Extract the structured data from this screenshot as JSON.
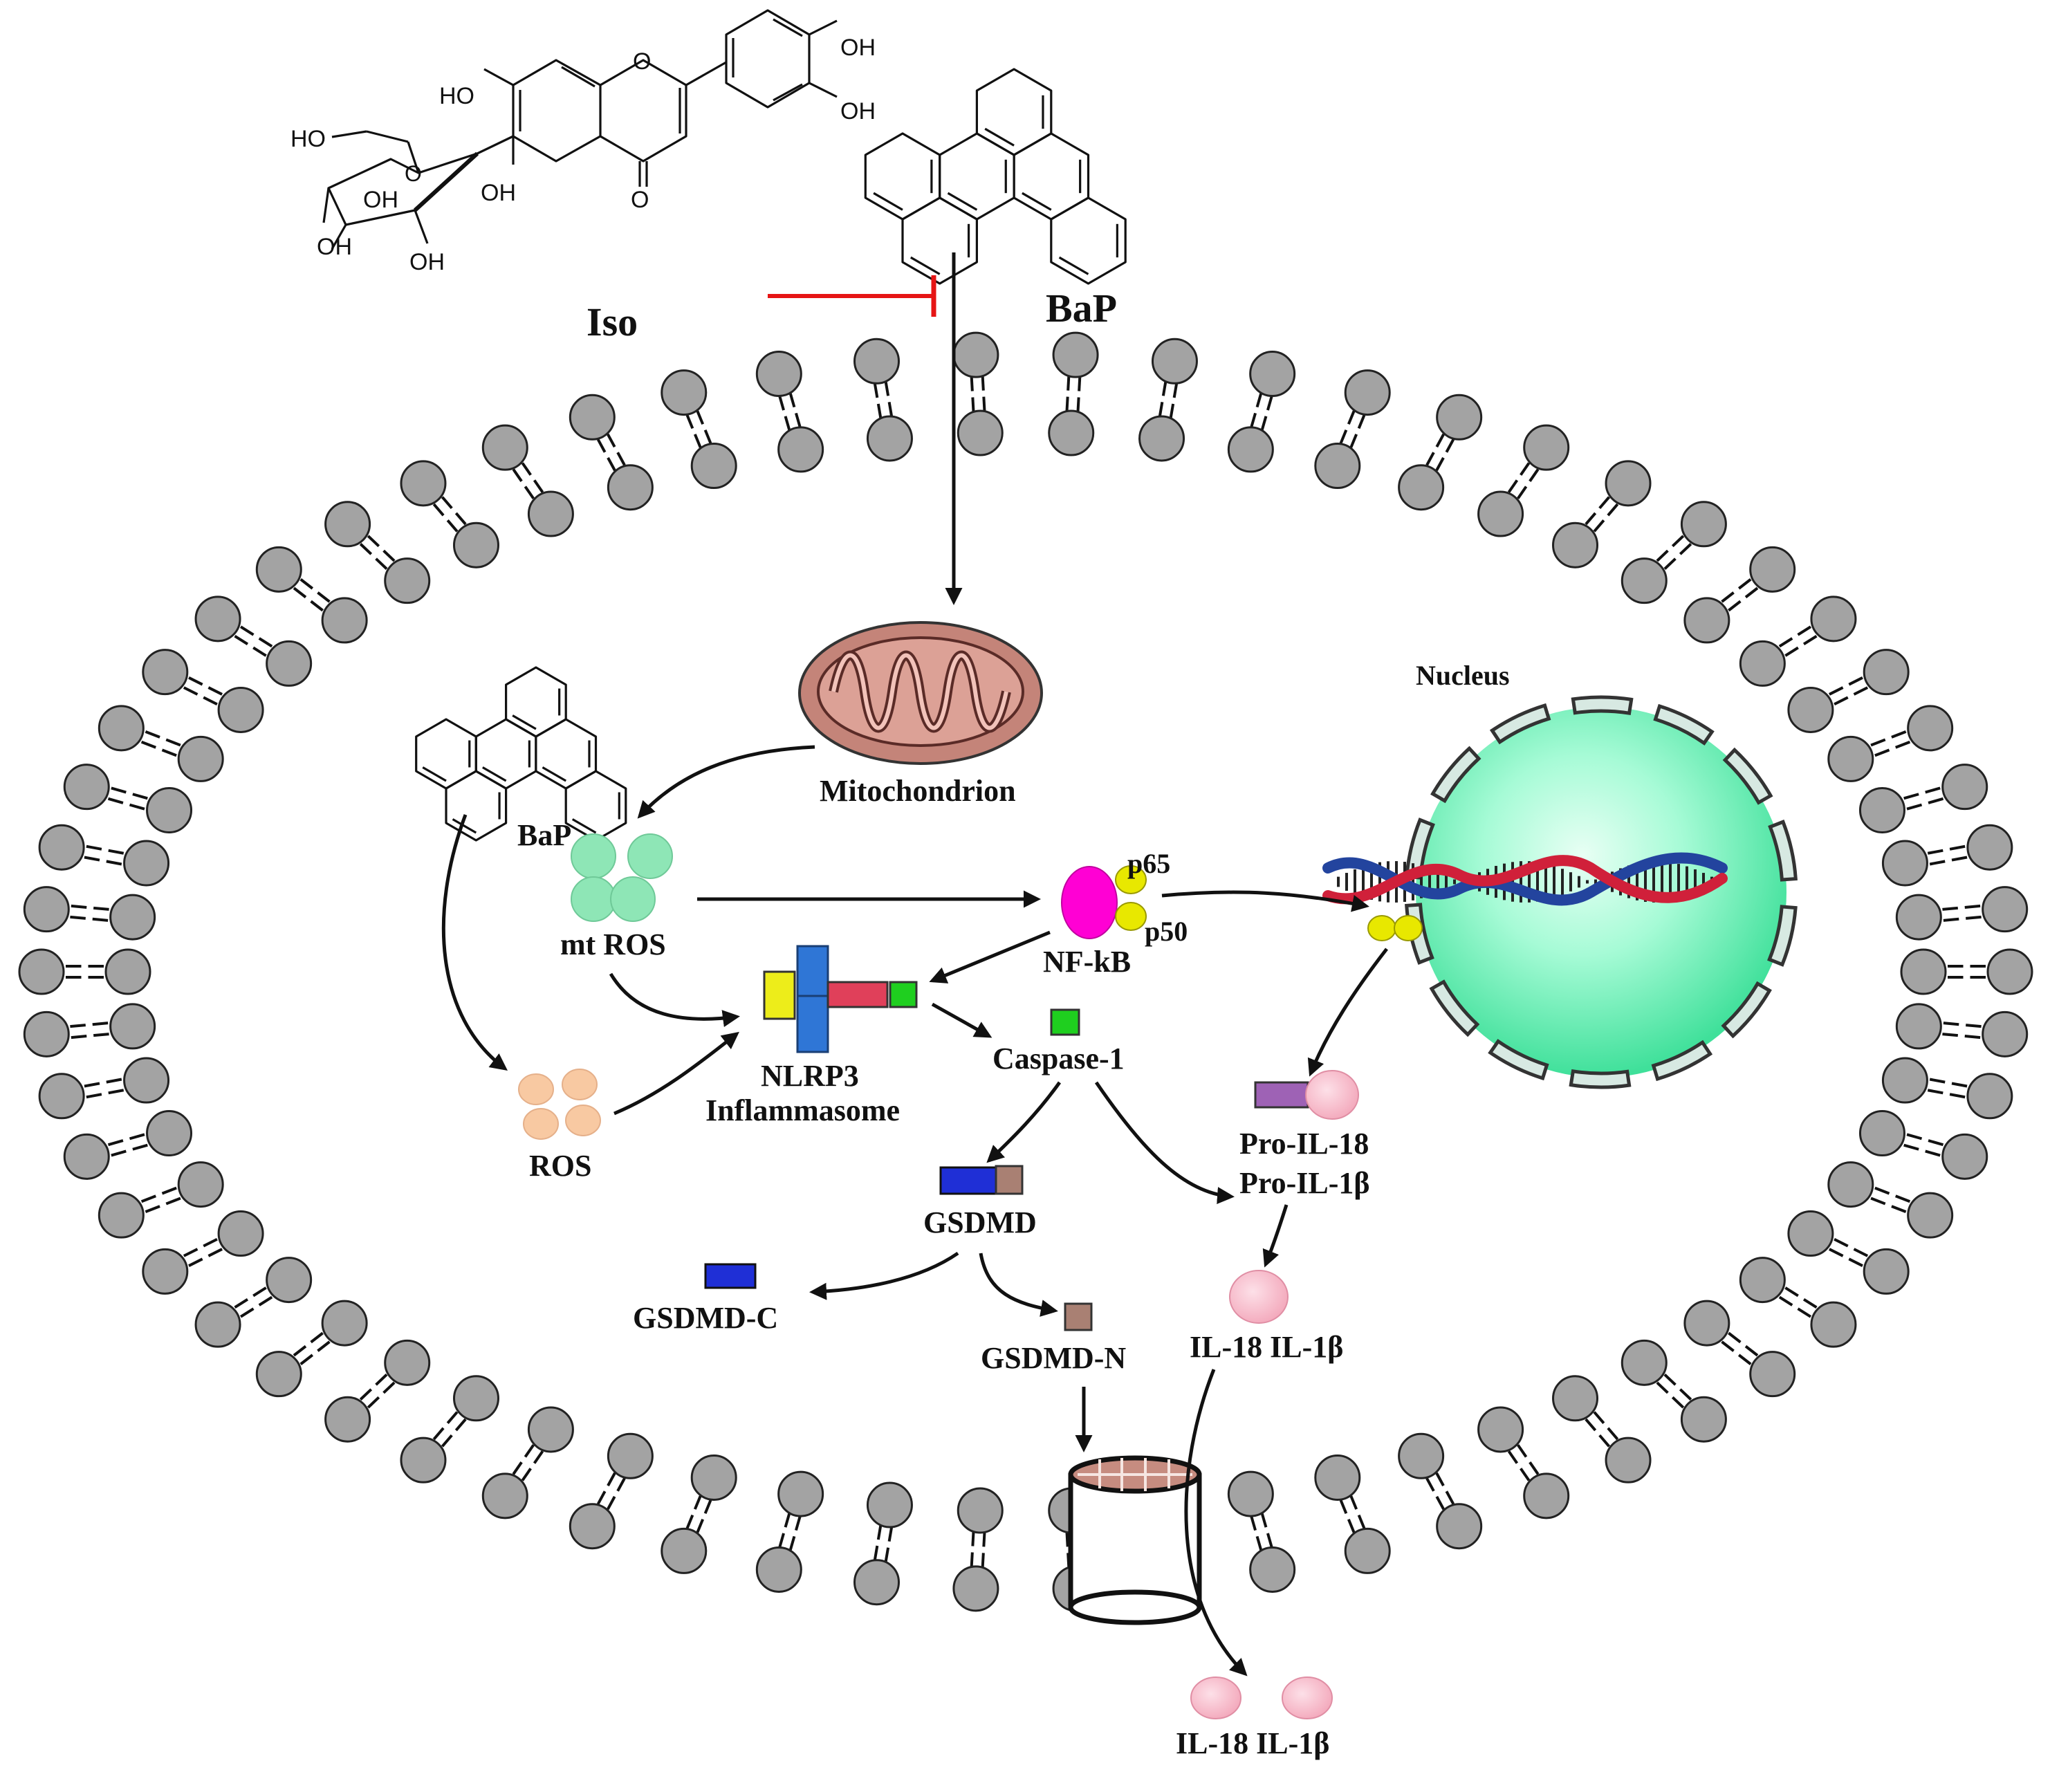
{
  "labels": {
    "iso": "Iso",
    "bap_top": "BaP",
    "mitochondrion": "Mitochondrion",
    "nucleus": "Nucleus",
    "bap_inner": "BaP",
    "mt_ros": "mt ROS",
    "ros": "ROS",
    "p65": "p65",
    "p50": "p50",
    "nfkb": "NF-kB",
    "nlrp3": "NLRP3",
    "inflammasome": "Inflammasome",
    "caspase": "Caspase-1",
    "gsdmd": "GSDMD",
    "gsdmd_c": "GSDMD-C",
    "gsdmd_n": "GSDMD-N",
    "pro_il18": "Pro-IL-18",
    "pro_il1b": "Pro-IL-1β",
    "il_inside": "IL-18 IL-1β",
    "il_outside": "IL-18 IL-1β"
  },
  "iso_structure": {
    "oh_a4": "OH",
    "oh_b3": "OH",
    "ho_7": "HO",
    "ho_ch2": "HO",
    "oh_s2": "OH",
    "oh_s3": "OH",
    "oh_s4": "OH",
    "oh_5": "OH",
    "ring_o": "O",
    "sugar_o": "O",
    "keto_o": "O"
  },
  "colors": {
    "membrane_head": "#a3a3a3",
    "mitochondrion": "#c07f76",
    "nucleus_fill": "#7ff5c6",
    "mt_ros": "#8ee6b6",
    "ros": "#f8c9a2",
    "nfkb_p65": "#ff00d4",
    "nfkb_small": "#e8e800",
    "nlrp3_blue": "#2f76d6",
    "nlrp3_yellow": "#eded1a",
    "nlrp3_red": "#e0405a",
    "caspase_green": "#1fcf1f",
    "gsdmd_c": "#1f2fd6",
    "gsdmd_n": "#a98073",
    "il_pink": "#f7b5c6",
    "pro_purple": "#9e62b5",
    "dna_red": "#d0203a",
    "dna_blue": "#23449e",
    "inhibit_red": "#e61515"
  }
}
